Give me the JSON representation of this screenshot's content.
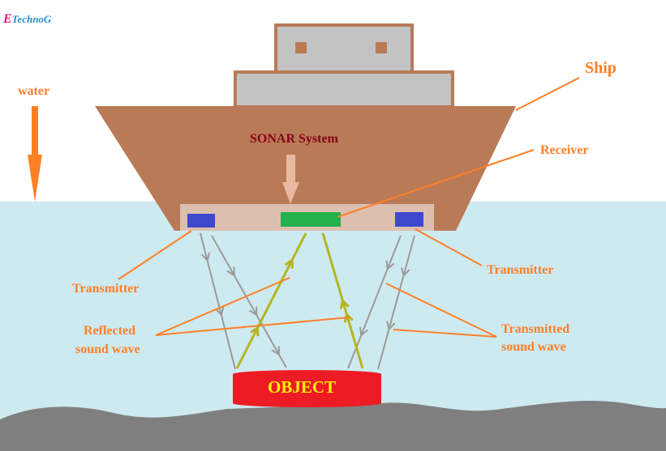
{
  "logo": {
    "letter": "E",
    "text": "TechnoG"
  },
  "labels": {
    "water": "water",
    "ship": "Ship",
    "sonar_system": "SONAR System",
    "receiver": "Receiver",
    "transmitter_left": "Transmitter",
    "transmitter_right": "Transmitter",
    "reflected_line1": "Reflected",
    "reflected_line2": "sound wave",
    "transmitted_line1": "Transmitted",
    "transmitted_line2": "sound wave",
    "object": "OBJECT"
  },
  "colors": {
    "water": "#cdeaf0",
    "ship_hull": "#b97a57",
    "deck": "#c3c3c3",
    "sonar_unit": "#ddbfb0",
    "transmitter": "#3f48cc",
    "receiver": "#22b14c",
    "seabed": "#7f7f7f",
    "object": "#ed1c24",
    "object_text": "#fff200",
    "label_orange": "#ff7f27",
    "sonar_label": "#880015",
    "transmitted_wave": "#9a9a9a",
    "reflected_wave": "#b5b520"
  }
}
